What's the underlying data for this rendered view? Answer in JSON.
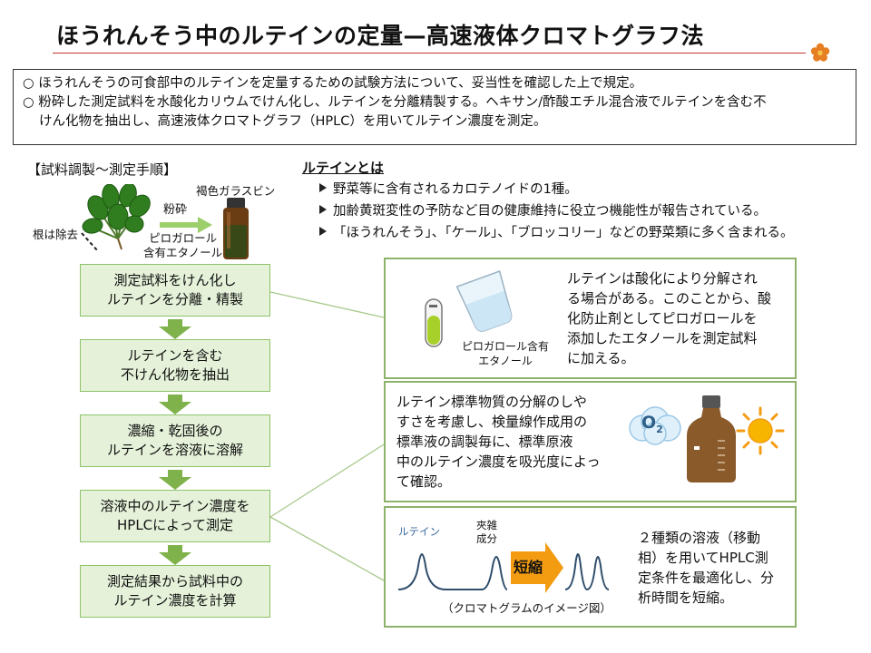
{
  "title": "ほうれんそう中のルテインの定量—高速液体クロマトグラフ法",
  "intro": {
    "line1": "○ ほうれんそうの可食部中のルテインを定量するための試験方法について、妥当性を確認した上で規定。",
    "line2a": "○ 粉砕した測定試料を水酸化カリウムでけん化し、ルテインを分離精製する。ヘキサン/酢酸エチル混合液でルテインを含む不",
    "line2b": "けん化物を抽出し、高速液体クロマトグラフ（HPLC）を用いてルテイン濃度を測定。"
  },
  "procedure": {
    "heading": "【試料調製～測定手順】",
    "root_label": "根は除去",
    "grind_label": "粉砕",
    "bottle_label": "褐色ガラスビン",
    "solvent_line1": "ピロガロール",
    "solvent_line2": "含有エタノール",
    "steps": [
      {
        "line1": "測定試料をけん化し",
        "line2": "ルテインを分離・精製"
      },
      {
        "line1": "ルテインを含む",
        "line2": "不けん化物を抽出"
      },
      {
        "line1": "濃縮・乾固後の",
        "line2": "ルテインを溶液に溶解"
      },
      {
        "line1": "溶液中のルテイン濃度を",
        "line2": "HPLCによって測定"
      },
      {
        "line1": "測定結果から試料中の",
        "line2": "ルテイン濃度を計算"
      }
    ]
  },
  "lutein": {
    "heading": "ルテインとは",
    "bullets": [
      "野菜等に含有されるカロテノイドの1種。",
      "加齢黄斑変性の予防など目の健康維持に役立つ機能性が報告されている。",
      "「ほうれんそう」、「ケール」、「ブロッコリー」などの野菜類に多く含まれる。"
    ]
  },
  "panel1": {
    "caption_line1": "ピロガロール含有",
    "caption_line2": "エタノール",
    "lines": [
      "ルテインは酸化により分解され",
      "る場合がある。このことから、酸",
      "化防止剤としてピロガロールを",
      "添加したエタノールを測定試料",
      "に加える。"
    ]
  },
  "panel2": {
    "lines": [
      "ルテイン標準物質の分解のしや",
      "すさを考慮し、検量線作成用の",
      "標準液の調製毎に、標準原液",
      "中のルテイン濃度を吸光度によっ",
      "て確認。"
    ],
    "o2_label": "O",
    "o2_sub": "2"
  },
  "panel3": {
    "peak_label": "ルテイン",
    "impurity_line1": "夾雑",
    "impurity_line2": "成分",
    "shorten_label": "短縮",
    "caption": "（クロマトグラムのイメージ図）",
    "lines": [
      "２種類の溶液（移動",
      "相）を用いてHPLC測",
      "定条件を最適化し、分",
      "析時間を短縮。"
    ]
  },
  "colors": {
    "accent_red": "#c0392b",
    "step_fill": "#e5f2d9",
    "step_border": "#8fc26a",
    "arrow_green": "#7fb24a",
    "panel_border": "#8db36b",
    "chromatogram_blue": "#2f4d6b"
  }
}
